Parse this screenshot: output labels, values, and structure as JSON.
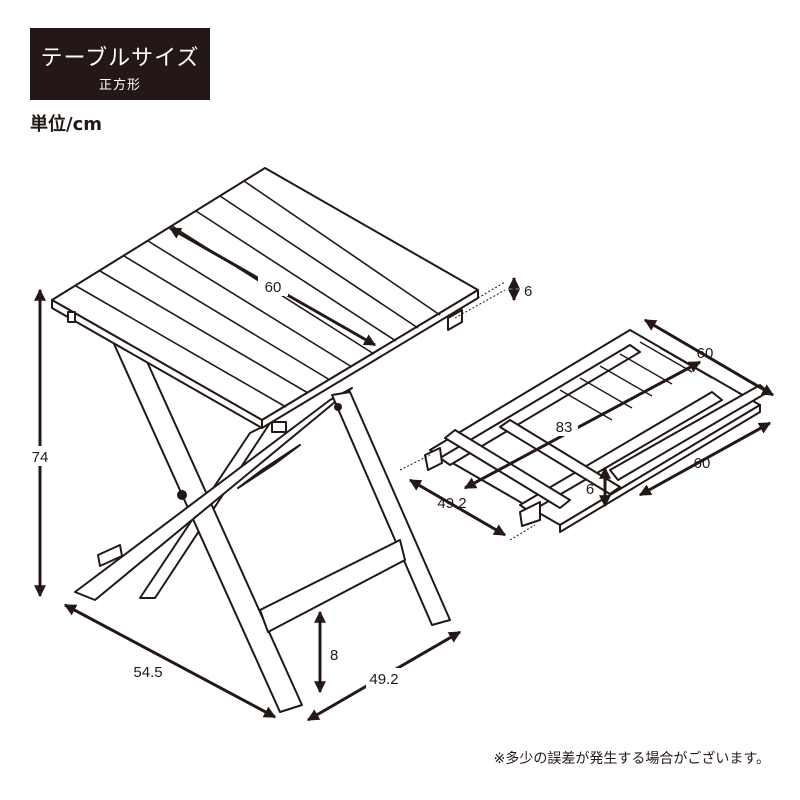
{
  "title": {
    "main": "テーブルサイズ",
    "sub": "正方形"
  },
  "unit_label": "単位/cm",
  "note": "※多少の誤差が発生する場合がございます。",
  "dimensions": {
    "open_table": {
      "top_width": "60",
      "top_thickness": "6",
      "height": "74",
      "base_depth": "54.5",
      "base_width": "49.2",
      "stretcher_height": "8"
    },
    "folded_table": {
      "width": "60",
      "length": "83",
      "depth": "60",
      "thickness": "6",
      "leg_width": "49.2"
    }
  },
  "colors": {
    "ink": "#231815",
    "background": "#ffffff"
  }
}
